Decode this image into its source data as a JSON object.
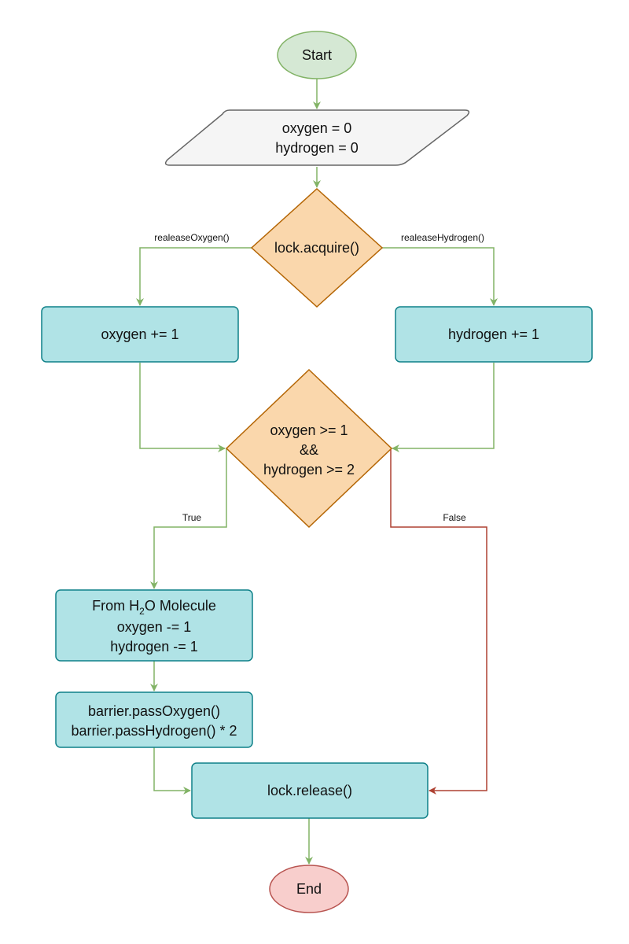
{
  "nodes": {
    "start": {
      "label": "Start"
    },
    "init": {
      "lines": [
        "oxygen = 0",
        "hydrogen = 0"
      ]
    },
    "lock_acquire": {
      "label": "lock.acquire()"
    },
    "oxygen_inc": {
      "label": "oxygen += 1"
    },
    "hydrogen_inc": {
      "label": "hydrogen += 1"
    },
    "condition": {
      "lines": [
        "oxygen >= 1",
        "&&",
        "hydrogen >= 2"
      ]
    },
    "form_molecule": {
      "title_prefix": "From H",
      "title_subscript": "2",
      "title_suffix": "O Molecule",
      "lines": [
        "oxygen -= 1",
        "hydrogen -= 1"
      ]
    },
    "barrier": {
      "lines": [
        "barrier.passOxygen()",
        "barrier.passHydrogen() * 2"
      ]
    },
    "lock_release": {
      "label": "lock.release()"
    },
    "end": {
      "label": "End"
    }
  },
  "edges": {
    "release_oxygen": "realeaseOxygen()",
    "release_hydrogen": "realeaseHydrogen()",
    "true_branch": "True",
    "false_branch": "False"
  },
  "colors": {
    "green_stroke": "#82b366",
    "start_fill": "#d5e8d4",
    "init_fill": "#f5f5f5",
    "init_stroke": "#666666",
    "decision_fill": "#fad7ac",
    "decision_stroke": "#b46504",
    "process_fill": "#b0e3e6",
    "process_stroke": "#0e8088",
    "end_fill": "#f8cecc",
    "end_stroke": "#b85450",
    "false_edge": "#ae4132"
  }
}
